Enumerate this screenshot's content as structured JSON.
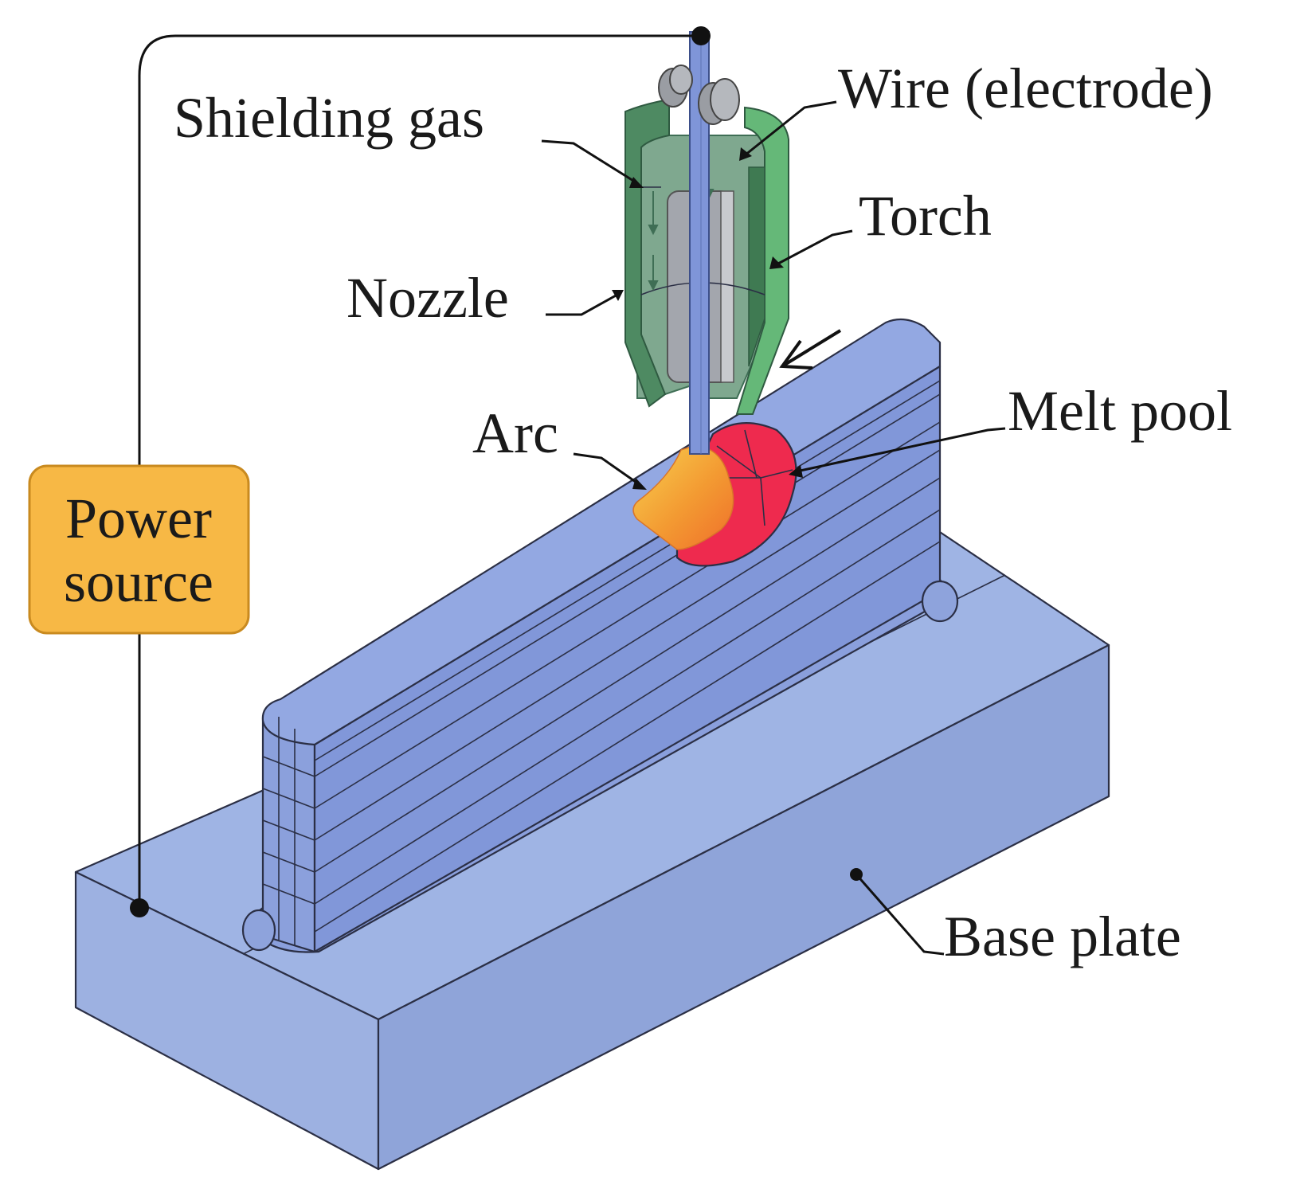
{
  "labels": {
    "shielding_gas": "Shielding gas",
    "wire": "Wire (electrode)",
    "torch": "Torch",
    "nozzle": "Nozzle",
    "arc": "Arc",
    "melt_pool": "Melt pool",
    "power_source_line1": "Power",
    "power_source_line2": "source",
    "base_plate": "Base plate"
  },
  "colors": {
    "base_plate_top": "#9fb4e4",
    "base_plate_front": "#9cb0e0",
    "base_plate_side": "#8ea3d8",
    "wall_face": "#8197d9",
    "wall_top": "#90a5e0",
    "torch_green": "#5fae72",
    "torch_inner": "#7fa890",
    "torch_dark": "#3f6e55",
    "wire_blue": "#7f95d8",
    "melt_pool": "#ee2a4e",
    "arc_orange": "#f28c2e",
    "arc_yellow": "#f6c244",
    "power_box": "#f7b845"
  },
  "icons": {
    "arrow": "travel-direction-arrow-icon",
    "rollers": "wire-feed-roller-icon"
  }
}
